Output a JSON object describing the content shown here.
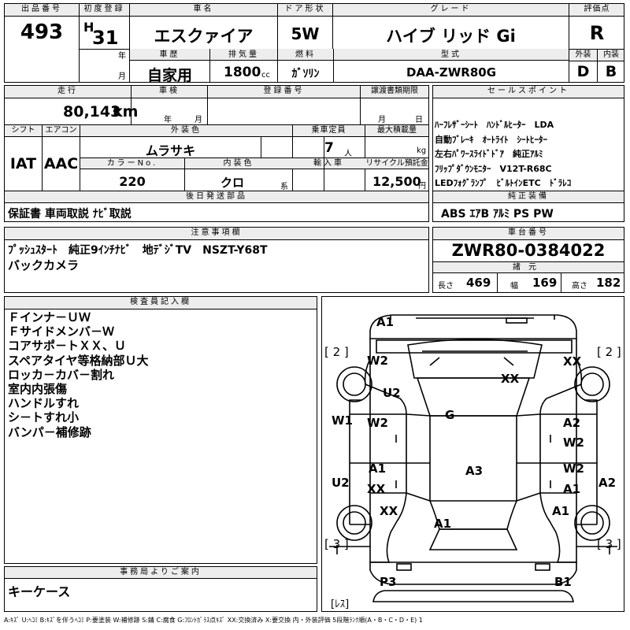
{
  "header": {
    "lot_no_label": "出品番号",
    "lot_no": "493",
    "first_reg_label": "初度登録",
    "era": "H",
    "year_value": "31",
    "year_unit": "年",
    "month_unit": "月",
    "car_name_label": "車名",
    "car_name": "エスクァイア",
    "door_label": "ドア形状",
    "door": "5W",
    "grade_label": "グレード",
    "grade": "ハイブ リッド Gi",
    "score_label": "評価点",
    "score": "R",
    "history_label": "車歴",
    "history": "自家用",
    "displacement_label": "排気量",
    "displacement": "1800",
    "displacement_unit": "cc",
    "fuel_label": "燃料",
    "fuel": "ｶﾞｿﾘﾝ",
    "model_code_label": "型式",
    "model_code": "DAA-ZWR80G",
    "ext_label": "外装",
    "int_label": "内装",
    "ext_grade": "D",
    "int_grade": "B"
  },
  "row2": {
    "mileage_label": "走行",
    "mileage": "80,143",
    "mileage_unit": "km",
    "inspection_label": "車検",
    "insp_year_unit": "年",
    "insp_month_unit": "月",
    "reg_no_label": "登録番号",
    "transfer_label": "譲渡書類期限",
    "transfer_month": "月",
    "transfer_day": "日",
    "shift_label": "シフト",
    "shift": "IAT",
    "aircon_label": "エアコン",
    "aircon": "AAC",
    "ext_color_label": "外装色",
    "ext_color": "ムラサキ",
    "capacity_label": "乗車定員",
    "capacity": "7",
    "capacity_unit": "人",
    "max_load_label": "最大積載量",
    "max_load_unit": "kg",
    "color_no_label": "カラーNo.",
    "color_no": "220",
    "int_color_label": "内装色",
    "int_color": "クロ",
    "int_color_unit": "系",
    "import_label": "輸入車",
    "recycle_label": "リサイクル預託金",
    "recycle": "12,500",
    "recycle_unit": "円"
  },
  "sales_points": {
    "label": "セールスポイント",
    "lines": [
      "ﾊｰﾌﾚｻﾞｰｼｰﾄ　ﾊﾝﾄﾞﾙﾋｰﾀｰ　LDA",
      "自動ﾌﾞﾚｰｷ　ｵｰﾄﾗｲﾄ　ｼｰﾄﾋｰﾀｰ",
      "左右ﾊﾟﾜｰｽﾗｲﾄﾞﾄﾞｱ　純正ｱﾙﾐ",
      "ﾌﾘｯﾌﾟﾀﾞｳﾝﾓﾆﾀｰ　V12T-R68C",
      "LEDﾌｫｸﾞﾗﾝﾌﾟ　ﾋﾞﾙﾄｲﾝETC　ﾄﾞﾗﾚｺ"
    ]
  },
  "later_parts": {
    "label": "後日発送部品",
    "value": "保証書 車両取説 ﾅﾋﾞ取説"
  },
  "genuine_equipment": {
    "label": "純正装備",
    "value": "ABS ｴｱB ｱﾙﾐ PS PW"
  },
  "notes": {
    "label": "注意事項欄",
    "line1": "ﾌﾟｯｼｭｽﾀｰﾄ　純正9ｲﾝﾁﾅﾋﾞ　地ﾃﾞｼﾞTV　NSZT-Y68T",
    "line2": "バックカメラ"
  },
  "chassis": {
    "label": "車台番号",
    "value": "ZWR80-0384022",
    "spec_label": "諸元",
    "length_label": "長さ",
    "length": "469",
    "width_label": "幅",
    "width": "169",
    "height_label": "高さ",
    "height": "182"
  },
  "inspector": {
    "label": "検査員記入欄",
    "lines": [
      "Ｆインナ－ＵＷ",
      "Ｆサイドメンバ－Ｗ",
      "コアサポ－トＸＸ、Ｕ",
      "スペアタイヤ等格納部Ｕ大",
      "ロッカ－カバ－割れ",
      "室内内張傷",
      "ハンドルすれ",
      "シ－トすれ小",
      "バンパ－補修跡"
    ]
  },
  "office": {
    "label": "事務局よりご案内",
    "value": "キーケース"
  },
  "diagram": {
    "marks": {
      "a1_top": "A1",
      "w2_ul": "W2",
      "xx_ur": "XX",
      "u2_left": "U2",
      "xx_center": "XX",
      "g_center": "G",
      "w1_left": "W1",
      "w2_left_door": "W2",
      "a2_right_door": "A2",
      "w2_right_door": "W2",
      "a1_left_rear": "A1",
      "xx_left_rear": "XX",
      "a3_center": "A3",
      "w2_right_rear": "W2",
      "a1_right_rear": "A1",
      "u2_left_bottom": "U2",
      "a2_right_side": "A2",
      "xx_lower_left": "XX",
      "a1_lower_right": "A1",
      "a1_lower_center": "A1",
      "p3_rear": "P3",
      "b1_rear": "B1"
    },
    "bracket_tl": "[ 2 ]",
    "bracket_tr": "[ 2 ]",
    "bracket_bl": "[ 3 ]",
    "bracket_br": "[ 3 ]",
    "bracket_rear": "[ﾚｽ]"
  },
  "legend": "A:ｷｽﾞ U:ﾍｺﾐ B:ｷｽﾞを伴うﾍｺﾐ P:要塗装 W:補修跡 S:錆 C:腐食 G:ﾌﾛﾝﾄｶﾞﾗｽ点ｷｽﾞ XX:交換済み X:要交換 内・外装評価 5段階ﾗﾝｸ順(A・B・C・D・E) 1"
}
